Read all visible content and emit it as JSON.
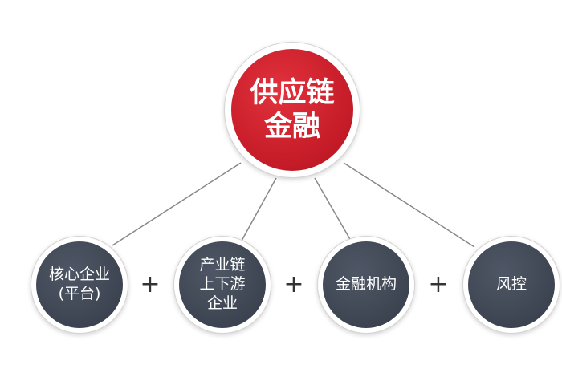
{
  "center": {
    "line1": "供应链",
    "line2": "金融"
  },
  "children": [
    {
      "lines": [
        "核心企业",
        "(平台)"
      ]
    },
    {
      "lines": [
        "产业链",
        "上下游",
        "企业"
      ]
    },
    {
      "lines": [
        "金融机构"
      ]
    },
    {
      "lines": [
        "风控"
      ]
    }
  ],
  "operators": [
    "+",
    "+",
    "+"
  ],
  "colors": {
    "center_fill": "#c81e2a",
    "child_fill": "#3d4451",
    "ring": "#ffffff",
    "connector": "#888888",
    "operator": "#333333"
  }
}
